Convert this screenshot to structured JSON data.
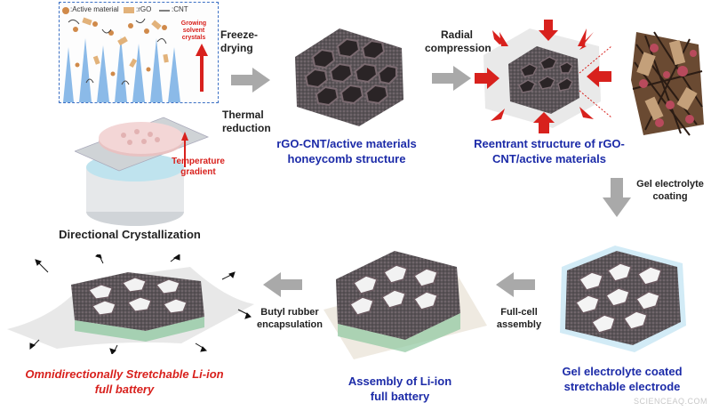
{
  "legend": {
    "active_material": ":Active material",
    "rgo": ":rGO",
    "cnt": ":CNT"
  },
  "freeze_panel": {
    "growing_label": "Growing solvent crystals"
  },
  "mold": {
    "temperature_label": "Temperature gradient"
  },
  "steps": {
    "freeze_drying": "Freeze-drying",
    "thermal_reduction": "Thermal reduction",
    "radial_compression": "Radial compression",
    "gel_coating": "Gel electrolyte coating",
    "full_cell_assembly": "Full-cell assembly",
    "butyl_encapsulation": "Butyl rubber encapsulation"
  },
  "captions": {
    "directional": "Directional Crystallization",
    "honeycomb": "rGO-CNT/active materials honeycomb structure",
    "reentrant": "Reentrant structure of rGO-CNT/active materials",
    "gel_coated": "Gel electrolyte coated stretchable electrode",
    "assembly": "Assembly of Li-ion full battery",
    "omni": "Omnidirectionally Stretchable Li-ion full battery"
  },
  "watermark": "SCIENCEAQ.COM",
  "colors": {
    "caption_blue": "#1c2ba8",
    "accent_red": "#d8211d",
    "arrow_gray": "#a9a9a9",
    "crystal_blue": "#7fb3e6"
  }
}
